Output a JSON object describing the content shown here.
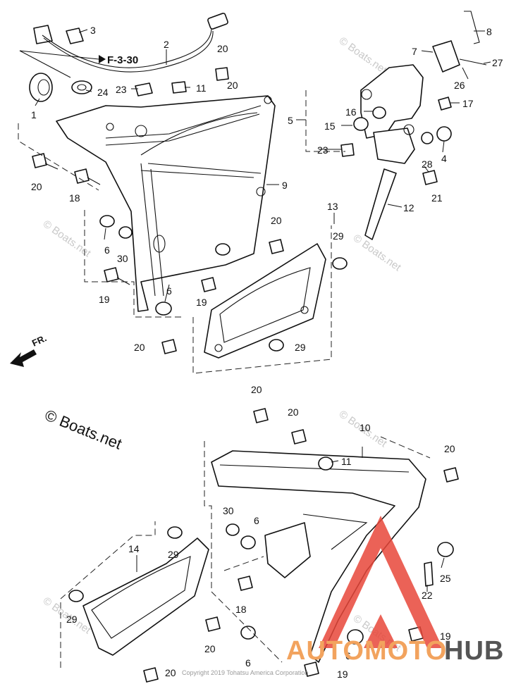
{
  "diagram": {
    "reference_label": "F-3-30",
    "direction_label": "FR.",
    "copyright_watermark": "© Boats.net",
    "watermark_text": "© Boats.net",
    "footer_text": "Copyright 2019 Tohatsu America Corporation",
    "logo": {
      "part1": "AUTOMOTO",
      "part2": "HUB",
      "accent_color": "#e8463a",
      "orange_color": "#f2a35e",
      "gray_color": "#555555"
    },
    "callouts": [
      {
        "id": "c1",
        "label": "1"
      },
      {
        "id": "c2",
        "label": "2"
      },
      {
        "id": "c3",
        "label": "3"
      },
      {
        "id": "c4",
        "label": "4"
      },
      {
        "id": "c5",
        "label": "5"
      },
      {
        "id": "c6a",
        "label": "6"
      },
      {
        "id": "c6b",
        "label": "6"
      },
      {
        "id": "c6c",
        "label": "6"
      },
      {
        "id": "c6d",
        "label": "6"
      },
      {
        "id": "c6e",
        "label": "6"
      },
      {
        "id": "c7",
        "label": "7"
      },
      {
        "id": "c8",
        "label": "8"
      },
      {
        "id": "c9",
        "label": "9"
      },
      {
        "id": "c10",
        "label": "10"
      },
      {
        "id": "c11a",
        "label": "11"
      },
      {
        "id": "c11b",
        "label": "11"
      },
      {
        "id": "c12",
        "label": "12"
      },
      {
        "id": "c13",
        "label": "13"
      },
      {
        "id": "c14",
        "label": "14"
      },
      {
        "id": "c15",
        "label": "15"
      },
      {
        "id": "c16",
        "label": "16"
      },
      {
        "id": "c17",
        "label": "17"
      },
      {
        "id": "c18a",
        "label": "18"
      },
      {
        "id": "c18b",
        "label": "18"
      },
      {
        "id": "c19a",
        "label": "19"
      },
      {
        "id": "c19b",
        "label": "19"
      },
      {
        "id": "c19c",
        "label": "19"
      },
      {
        "id": "c19d",
        "label": "19"
      },
      {
        "id": "c20a",
        "label": "20"
      },
      {
        "id": "c20b",
        "label": "20"
      },
      {
        "id": "c20c",
        "label": "20"
      },
      {
        "id": "c20d",
        "label": "20"
      },
      {
        "id": "c20e",
        "label": "20"
      },
      {
        "id": "c20f",
        "label": "20"
      },
      {
        "id": "c20g",
        "label": "20"
      },
      {
        "id": "c20h",
        "label": "20"
      },
      {
        "id": "c20i",
        "label": "20"
      },
      {
        "id": "c20j",
        "label": "20"
      },
      {
        "id": "c21",
        "label": "21"
      },
      {
        "id": "c22",
        "label": "22"
      },
      {
        "id": "c23a",
        "label": "23"
      },
      {
        "id": "c23b",
        "label": "23"
      },
      {
        "id": "c24",
        "label": "24"
      },
      {
        "id": "c25",
        "label": "25"
      },
      {
        "id": "c26",
        "label": "26"
      },
      {
        "id": "c27",
        "label": "27"
      },
      {
        "id": "c28",
        "label": "28"
      },
      {
        "id": "c29a",
        "label": "29"
      },
      {
        "id": "c29b",
        "label": "29"
      },
      {
        "id": "c29c",
        "label": "29"
      },
      {
        "id": "c29d",
        "label": "29"
      },
      {
        "id": "c30a",
        "label": "30"
      },
      {
        "id": "c30b",
        "label": "30"
      }
    ]
  }
}
